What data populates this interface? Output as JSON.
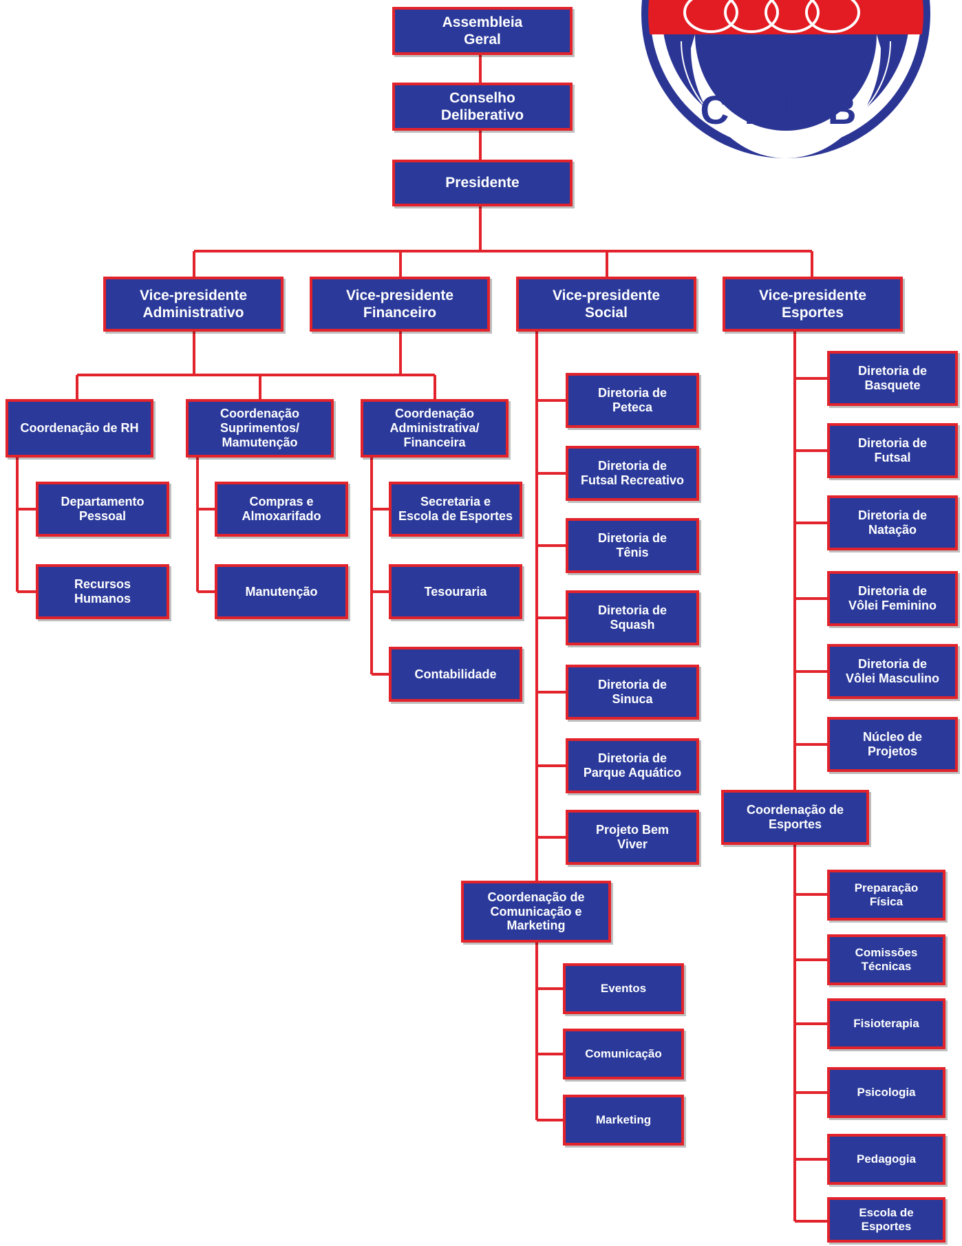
{
  "nodes": {
    "assembleia": "Assembleia\nGeral",
    "conselho": "Conselho\nDeliberativo",
    "presidente": "Presidente",
    "vp_adm": "Vice-presidente\nAdministrativo",
    "vp_fin": "Vice-presidente\nFinanceiro",
    "vp_social": "Vice-presidente\nSocial",
    "vp_esportes": "Vice-presidente\nEsportes",
    "coord_rh": "Coordenação de RH",
    "coord_supr": "Coordenação\nSuprimentos/\nMamutenção",
    "coord_admfin": "Coordenação\nAdministrativa/\nFinanceira",
    "depto_pessoal": "Departamento\nPessoal",
    "recursos_humanos": "Recursos\nHumanos",
    "compras": "Compras e\nAlmoxarifado",
    "manutencao": "Manutenção",
    "secretaria": "Secretaria e\nEscola de Esportes",
    "tesouraria": "Tesouraria",
    "contabilidade": "Contabilidade",
    "dir_peteca": "Diretoria de\nPeteca",
    "dir_futsal_rec": "Diretoria de\nFutsal Recreativo",
    "dir_tenis": "Diretoria de\nTênis",
    "dir_squash": "Diretoria de\nSquash",
    "dir_sinuca": "Diretoria de\nSinuca",
    "dir_parque": "Diretoria de\nParque Aquático",
    "projeto_bem_viver": "Projeto Bem\nViver",
    "coord_com": "Coordenação de\nComunicação e\nMarketing",
    "eventos": "Eventos",
    "comunicacao": "Comunicação",
    "marketing": "Marketing",
    "dir_basquete": "Diretoria de\nBasquete",
    "dir_futsal": "Diretoria de\nFutsal",
    "dir_natacao": "Diretoria de\nNatação",
    "dir_volei_fem": "Diretoria de\nVôlei Feminino",
    "dir_volei_masc": "Diretoria de\nVôlei Masculino",
    "nucleo_projetos": "Núcleo de\nProjetos",
    "coord_esportes": "Coordenação de\nEsportes",
    "preparacao_fisica": "Preparação\nFísica",
    "comissoes_tecnicas": "Comissões\nTécnicas",
    "fisioterapia": "Fisioterapia",
    "psicologia": "Psicologia",
    "pedagogia": "Pedagogia",
    "escola_esportes": "Escola de\nEsportes"
  },
  "logo": {
    "text": "CLUB"
  },
  "colors": {
    "box_fill": "#2b3a9a",
    "box_border": "#e2232b",
    "connector": "#e2232b",
    "logo_red": "#e31b23",
    "logo_blue": "#2b3594"
  }
}
